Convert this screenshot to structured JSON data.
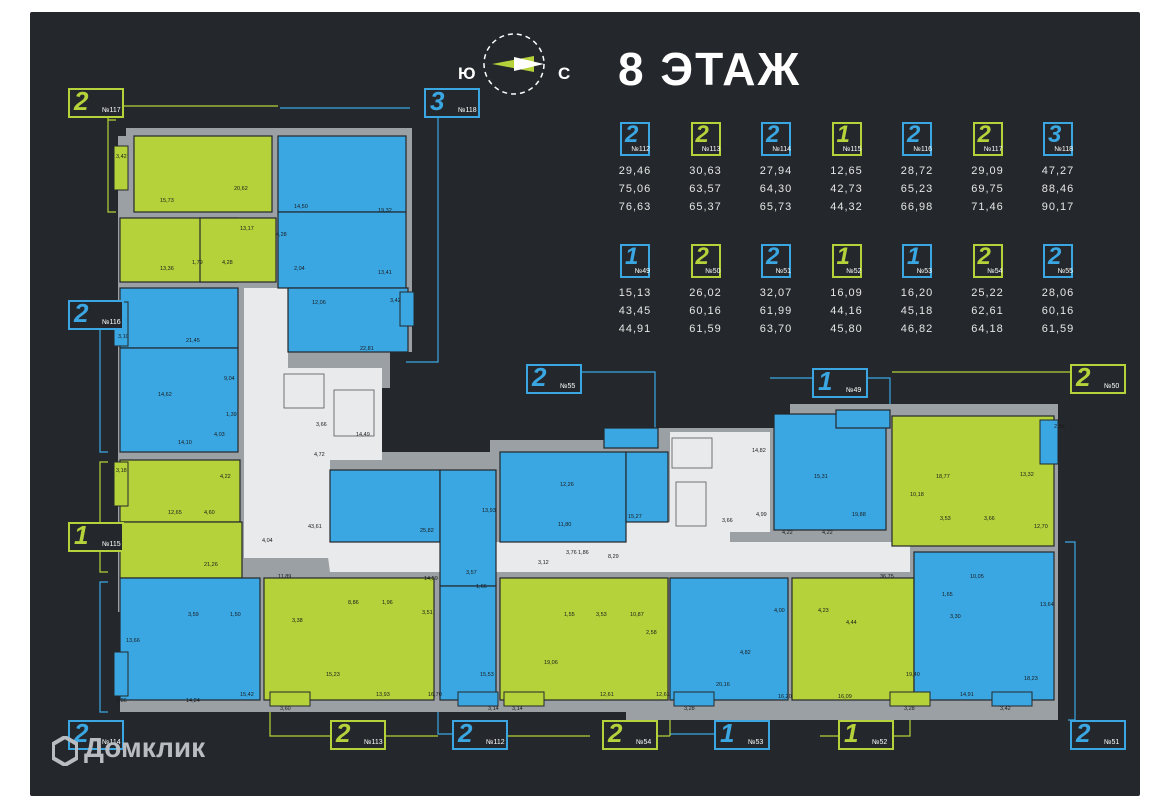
{
  "floor_title": "8 ЭТАЖ",
  "compass": {
    "left": "Ю",
    "right": "С",
    "icon": "compass-arrow-icon"
  },
  "colors": {
    "background": "#24272b",
    "blue": "#3aa7e3",
    "green": "#b5d23b",
    "corridor": "#e9eaeb",
    "wall": "#8f9396"
  },
  "brand": {
    "name": "Домклик",
    "icon": "domclick-logo-icon"
  },
  "units_row1": [
    {
      "rooms": "2",
      "no": "№112",
      "color": "blue",
      "areas": [
        "29,46",
        "75,06",
        "76,63"
      ]
    },
    {
      "rooms": "2",
      "no": "№113",
      "color": "green",
      "areas": [
        "30,63",
        "63,57",
        "65,37"
      ]
    },
    {
      "rooms": "2",
      "no": "№114",
      "color": "blue",
      "areas": [
        "27,94",
        "64,30",
        "65,73"
      ]
    },
    {
      "rooms": "1",
      "no": "№115",
      "color": "green",
      "areas": [
        "12,65",
        "42,73",
        "44,32"
      ]
    },
    {
      "rooms": "2",
      "no": "№116",
      "color": "blue",
      "areas": [
        "28,72",
        "65,23",
        "66,98"
      ]
    },
    {
      "rooms": "2",
      "no": "№117",
      "color": "green",
      "areas": [
        "29,09",
        "69,75",
        "71,46"
      ]
    },
    {
      "rooms": "3",
      "no": "№118",
      "color": "blue",
      "areas": [
        "47,27",
        "88,46",
        "90,17"
      ]
    }
  ],
  "units_row2": [
    {
      "rooms": "1",
      "no": "№49",
      "color": "blue",
      "areas": [
        "15,13",
        "43,45",
        "44,91"
      ]
    },
    {
      "rooms": "2",
      "no": "№50",
      "color": "green",
      "areas": [
        "26,02",
        "60,16",
        "61,59"
      ]
    },
    {
      "rooms": "2",
      "no": "№51",
      "color": "blue",
      "areas": [
        "32,07",
        "61,99",
        "63,70"
      ]
    },
    {
      "rooms": "1",
      "no": "№52",
      "color": "green",
      "areas": [
        "16,09",
        "44,16",
        "45,80"
      ]
    },
    {
      "rooms": "1",
      "no": "№53",
      "color": "blue",
      "areas": [
        "16,20",
        "45,18",
        "46,82"
      ]
    },
    {
      "rooms": "2",
      "no": "№54",
      "color": "green",
      "areas": [
        "25,22",
        "62,61",
        "64,18"
      ]
    },
    {
      "rooms": "2",
      "no": "№55",
      "color": "blue",
      "areas": [
        "28,06",
        "60,16",
        "61,59"
      ]
    }
  ],
  "plan_badges": [
    {
      "rooms": "2",
      "no": "№117",
      "color": "green"
    },
    {
      "rooms": "3",
      "no": "№118",
      "color": "blue"
    },
    {
      "rooms": "2",
      "no": "№116",
      "color": "blue"
    },
    {
      "rooms": "1",
      "no": "№115",
      "color": "green"
    },
    {
      "rooms": "2",
      "no": "№114",
      "color": "blue"
    },
    {
      "rooms": "2",
      "no": "№113",
      "color": "green"
    },
    {
      "rooms": "2",
      "no": "№112",
      "color": "blue"
    },
    {
      "rooms": "2",
      "no": "№55",
      "color": "blue"
    },
    {
      "rooms": "1",
      "no": "№49",
      "color": "blue"
    },
    {
      "rooms": "2",
      "no": "№50",
      "color": "green"
    },
    {
      "rooms": "2",
      "no": "№54",
      "color": "green"
    },
    {
      "rooms": "1",
      "no": "№53",
      "color": "blue"
    },
    {
      "rooms": "1",
      "no": "№52",
      "color": "green"
    },
    {
      "rooms": "2",
      "no": "№51",
      "color": "blue"
    }
  ],
  "room_labels": [
    "3,42",
    "15,73",
    "20,62",
    "14,50",
    "19,32",
    "13,17",
    "4,28",
    "1,79",
    "4,28",
    "2,04",
    "13,36",
    "13,41",
    "3,42",
    "12,06",
    "22,81",
    "3,10",
    "21,45",
    "9,04",
    "14,62",
    "1,39",
    "4,03",
    "14,10",
    "3,66",
    "14,49",
    "4,72",
    "3,18",
    "4,22",
    "12,65",
    "4,60",
    "43,61",
    "25,82",
    "13,93",
    "12,26",
    "15,27",
    "11,80",
    "14,82",
    "15,31",
    "19,88",
    "18,77",
    "13,32",
    "2,86",
    "10,18",
    "3,53",
    "3,66",
    "12,70",
    "4,04",
    "21,26",
    "11,89",
    "14,59",
    "3,57",
    "1,66",
    "3,76",
    "1,86",
    "8,29",
    "3,12",
    "4,22",
    "4,22",
    "3,66",
    "4,99",
    "36,75",
    "10,05",
    "13,64",
    "3,59",
    "1,50",
    "13,66",
    "3,38",
    "8,86",
    "1,96",
    "3,51",
    "15,23",
    "13,93",
    "16,70",
    "19,06",
    "1,55",
    "3,53",
    "10,87",
    "2,58",
    "4,82",
    "4,00",
    "4,23",
    "4,44",
    "1,65",
    "3,30",
    "14,24",
    "15,42",
    "15,53",
    "12,61",
    "12,61",
    "20,16",
    "16,20",
    "16,09",
    "19,40",
    "14,91",
    "18,23",
    "2,86",
    "3,60",
    "3,14",
    "3,14",
    "3,28",
    "3,28",
    "3,42"
  ]
}
